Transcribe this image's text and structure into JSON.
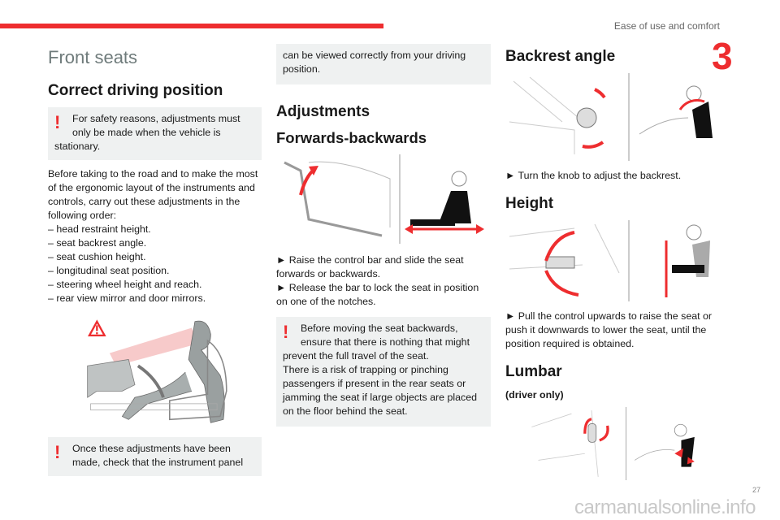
{
  "header": {
    "section": "Ease of use and comfort",
    "chapter": "3"
  },
  "col1": {
    "title": "Front seats",
    "heading": "Correct driving position",
    "warning1": "For safety reasons, adjustments must only be made when the vehicle is stationary.",
    "intro": "Before taking to the road and to make the most of the ergonomic layout of the instruments and controls, carry out these adjustments in the following order:",
    "list": [
      "–  head restraint height.",
      "–  seat backrest angle.",
      "–  seat cushion height.",
      "–  longitudinal seat position.",
      "–  steering wheel height and reach.",
      "–  rear view mirror and door mirrors."
    ],
    "warning2": "Once these adjustments have been made, check that the instrument panel"
  },
  "col2": {
    "continued": "can be viewed correctly from your driving position.",
    "heading": "Adjustments",
    "subheading": "Forwards-backwards",
    "steps": [
      "► Raise the control bar and slide the seat forwards or backwards.",
      "► Release the bar to lock the seat in position on one of the notches."
    ],
    "warning": "Before moving the seat backwards, ensure that there is nothing that might prevent the full travel of the seat.\nThere is a risk of trapping or pinching passengers if present in the rear seats or jamming the seat if large objects are placed on the floor behind the seat."
  },
  "col3": {
    "backrest_heading": "Backrest angle",
    "backrest_step": "► Turn the knob to adjust the backrest.",
    "height_heading": "Height",
    "height_step": "► Pull the control upwards to raise the seat or push it downwards to lower the seat, until the position required is obtained.",
    "lumbar_heading": "Lumbar",
    "lumbar_note": "(driver only)"
  },
  "footer": {
    "page": "27",
    "watermark": "carmanualsonline.info"
  },
  "colors": {
    "accent": "#ee2d2f",
    "note_bg": "#eff1f1"
  }
}
